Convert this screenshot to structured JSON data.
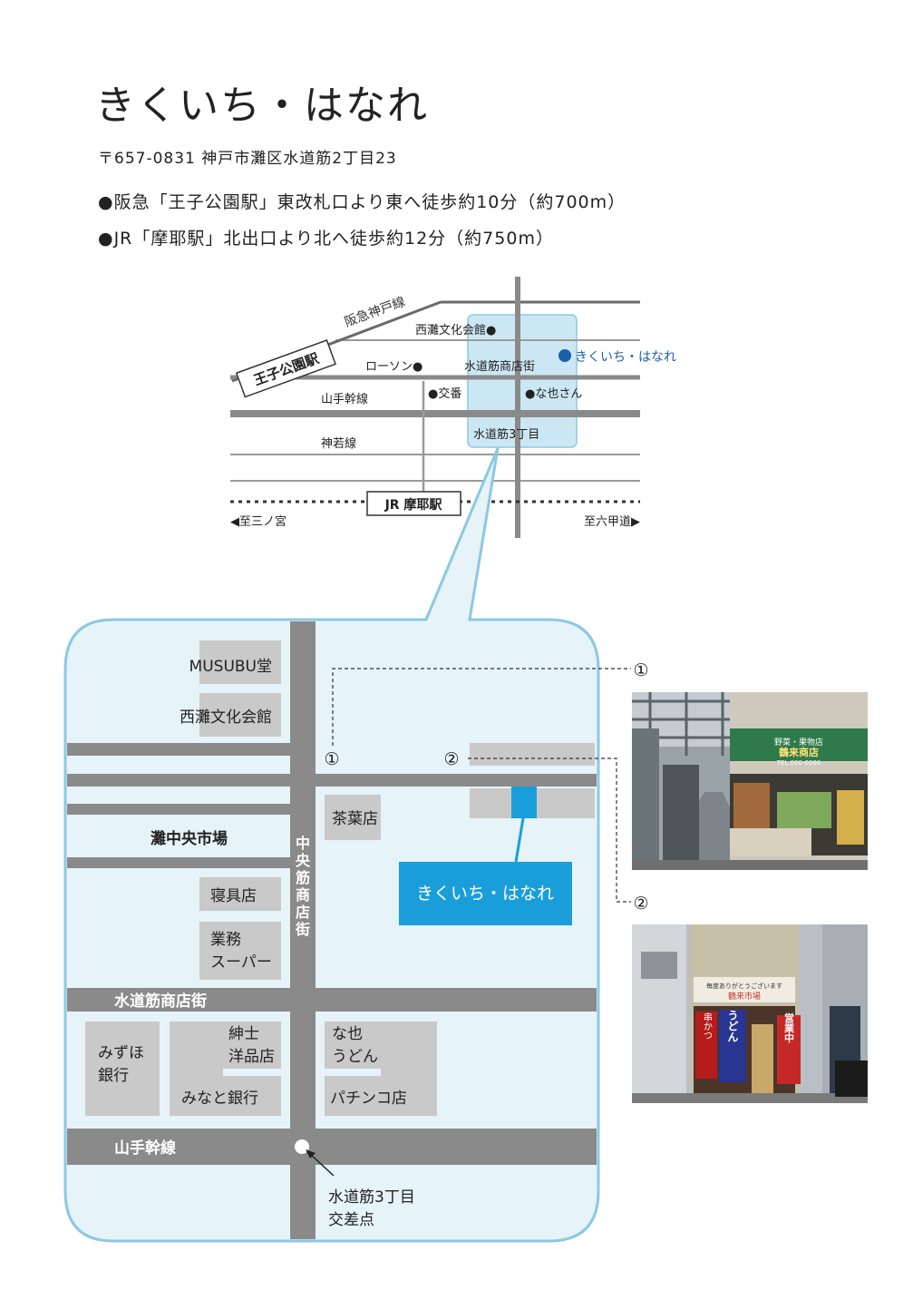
{
  "title": "きくいち・はなれ",
  "address": "〒657-0831  神戸市灘区水道筋2丁目23",
  "access": [
    "●阪急「王子公園駅」東改札口より東へ徒歩約10分（約700m）",
    "●JR「摩耶駅」北出口より北へ徒歩約12分（約750m）"
  ],
  "overview_map": {
    "hankyu_line": "阪急神戸線",
    "oji_station": "王子公園駅",
    "nishinada_bunka": "西灘文化会館●",
    "lawson": "ローソン●",
    "shopping_street": "水道筋商店街",
    "kikuichi": "きくいち・はなれ",
    "yamate": "山手幹線",
    "police_box": "●交番",
    "nayasan": "●な也さん",
    "kanwaka": "神若線",
    "intersection": "水道筋3丁目",
    "jr_maya": "JR 摩耶駅",
    "to_sannomiya": "◀至三ノ宮",
    "to_rokko": "至六甲道▶"
  },
  "detail_map": {
    "musubu": "MUSUBU堂",
    "bunka": "西灘文化会館",
    "chaba": "茶葉店",
    "market": "灘中央市場",
    "shingu": "寝具店",
    "gyomu": [
      "業務",
      "スーパー"
    ],
    "central_street": [
      "中",
      "央",
      "筋",
      "商",
      "店",
      "街"
    ],
    "kikuichi": "きくいち・はなれ",
    "suidosuji": "水道筋商店街",
    "mizuho": [
      "みずほ",
      "銀行"
    ],
    "shinshi": [
      "紳士",
      "洋品店"
    ],
    "nayaudon": [
      "な也",
      "うどん"
    ],
    "minato": "みなと銀行",
    "pachinko": "パチンコ店",
    "yamate": "山手幹線",
    "crossing": [
      "水道筋3丁目",
      "交差点"
    ],
    "mark1": "①",
    "mark2": "②"
  },
  "photo_labels": [
    "①",
    "②"
  ],
  "photo1_sign": [
    "野菜・果物店",
    "鶴来商店",
    "TEL 000-0000"
  ],
  "photo2_sign": [
    "毎度ありがとうございます",
    "鶴来市場"
  ],
  "photo2_banners": [
    "串かつ",
    "うどん",
    "営業中"
  ],
  "colors": {
    "road": "#8a8a8a",
    "block": "#c9c9c9",
    "map_bg": "#e6f3f8",
    "accent": "#1a9ed9",
    "frame": "#8cc8e3",
    "label_blue": "#1b5fa8"
  }
}
